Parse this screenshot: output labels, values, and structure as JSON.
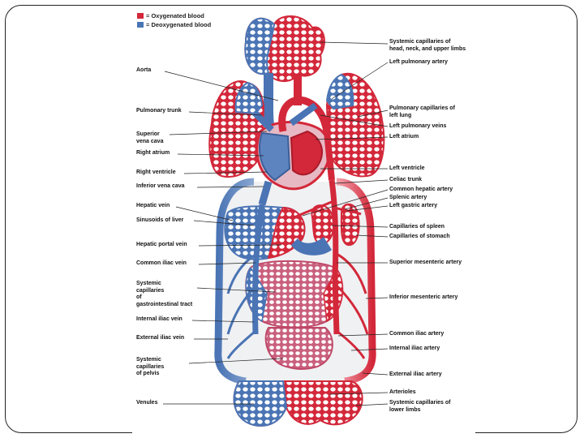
{
  "colors": {
    "oxygenated": "#d3283a",
    "deoxygenated": "#4a74b4",
    "mixed": "#e7b9c4",
    "leader": "#222222"
  },
  "legend": [
    {
      "color": "#d3283a",
      "label": "= Oxygenated blood"
    },
    {
      "color": "#4a74b4",
      "label": "= Deoxygenated blood"
    }
  ],
  "labels_left": [
    "Aorta",
    "Pulmonary trunk",
    "Superior\nvena cava",
    "Right atrium",
    "Right ventricle",
    "Inferior vena cava",
    "Hepatic vein",
    "Sinusoids of liver",
    "Hepatic portal vein",
    "Common  iliac vein",
    "Systemic\ncapillaries\nof\ngastrointestinal tract",
    "Internal iliac vein",
    "External iliac vein",
    "Systemic\ncapillaries\nof pelvis",
    "Venules"
  ],
  "labels_right": [
    "Systemic capillaries of\nhead, neck, and upper limbs",
    "Left pulmonary artery",
    "Pulmonary capillaries of\nleft lung",
    "Left pulmonary veins",
    "Left atrium",
    "Left ventricle",
    "Celiac trunk",
    "Common hepatic artery",
    "Splenic artery",
    "Left gastric artery",
    "Capillaries of spleen",
    "Capillaries of stomach",
    "Superior mesenteric artery",
    "Inferior mesenteric artery",
    "Common iliac artery",
    "Internal iliac artery",
    "External iliac artery",
    "Arterioles",
    "Systemic capillaries of\nlower limbs"
  ]
}
